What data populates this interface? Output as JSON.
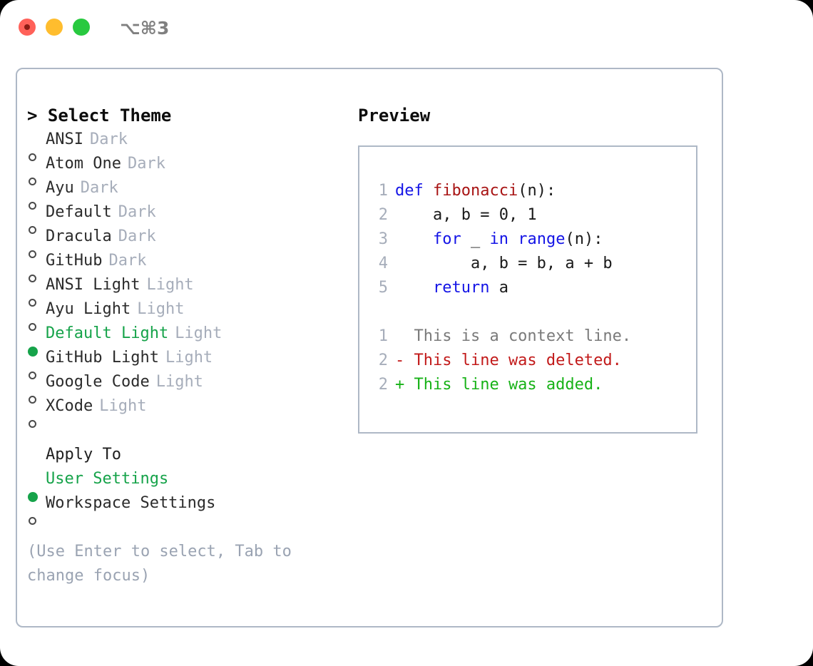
{
  "titlebar": {
    "shortcut": "⌥⌘3",
    "lights": {
      "close": "close-light",
      "minimize": "minimize-light",
      "maximize": "maximize-light"
    },
    "colors": {
      "close": "#ff6159",
      "minimize": "#ffbd2e",
      "maximize": "#28c93f"
    }
  },
  "left": {
    "heading": "> Select Theme",
    "themes": [
      {
        "marker": "o",
        "name": "ANSI",
        "tag": "Dark",
        "selected": false
      },
      {
        "marker": "o",
        "name": "Atom One",
        "tag": "Dark",
        "selected": false
      },
      {
        "marker": "o",
        "name": "Ayu",
        "tag": "Dark",
        "selected": false
      },
      {
        "marker": "o",
        "name": "Default",
        "tag": "Dark",
        "selected": false
      },
      {
        "marker": "o",
        "name": "Dracula",
        "tag": "Dark",
        "selected": false
      },
      {
        "marker": "o",
        "name": "GitHub",
        "tag": "Dark",
        "selected": false
      },
      {
        "marker": "o",
        "name": "ANSI Light",
        "tag": "Light",
        "selected": false
      },
      {
        "marker": "o",
        "name": "Ayu Light",
        "tag": "Light",
        "selected": false
      },
      {
        "marker": "●",
        "name": "Default Light",
        "tag": "Light",
        "selected": true
      },
      {
        "marker": "o",
        "name": "GitHub Light",
        "tag": "Light",
        "selected": false
      },
      {
        "marker": "o",
        "name": "Google Code",
        "tag": "Light",
        "selected": false
      },
      {
        "marker": "o",
        "name": "XCode",
        "tag": "Light",
        "selected": false
      }
    ],
    "apply_to": {
      "heading": "Apply To",
      "options": [
        {
          "marker": "●",
          "name": "User Settings",
          "selected": true
        },
        {
          "marker": "o",
          "name": "Workspace Settings",
          "selected": false
        }
      ]
    },
    "hint": "(Use Enter to select, Tab to change focus)"
  },
  "right": {
    "heading": "Preview",
    "code": {
      "lines": [
        {
          "no": "1",
          "segments": [
            {
              "t": "def ",
              "c": "kw"
            },
            {
              "t": "fibonacci",
              "c": "fn"
            },
            {
              "t": "(n):",
              "c": "pl"
            }
          ]
        },
        {
          "no": "2",
          "segments": [
            {
              "t": "    a, b = 0, 1",
              "c": "pl"
            }
          ]
        },
        {
          "no": "3",
          "segments": [
            {
              "t": "    ",
              "c": "pl"
            },
            {
              "t": "for",
              "c": "kw"
            },
            {
              "t": " _ ",
              "c": "pl"
            },
            {
              "t": "in",
              "c": "kw"
            },
            {
              "t": " ",
              "c": "pl"
            },
            {
              "t": "range",
              "c": "kw"
            },
            {
              "t": "(n):",
              "c": "pl"
            }
          ]
        },
        {
          "no": "4",
          "segments": [
            {
              "t": "        a, b = b, a + b",
              "c": "pl"
            }
          ]
        },
        {
          "no": "5",
          "segments": [
            {
              "t": "    ",
              "c": "pl"
            },
            {
              "t": "return",
              "c": "kw"
            },
            {
              "t": " a",
              "c": "pl"
            }
          ]
        }
      ],
      "diff": [
        {
          "no": "1",
          "text": "  This is a context line.",
          "kind": "ctx"
        },
        {
          "no": "2",
          "text": "- This line was deleted.",
          "kind": "del"
        },
        {
          "no": "2",
          "text": "+ This line was added.",
          "kind": "add"
        }
      ]
    }
  },
  "colors": {
    "accent_green": "#16a34a",
    "diff_added": "#17b217",
    "diff_deleted": "#c21a1a",
    "keyword_blue": "#1414e6",
    "function_red": "#a81414",
    "muted_gray": "#a6adba",
    "border": "#aeb8c6"
  }
}
